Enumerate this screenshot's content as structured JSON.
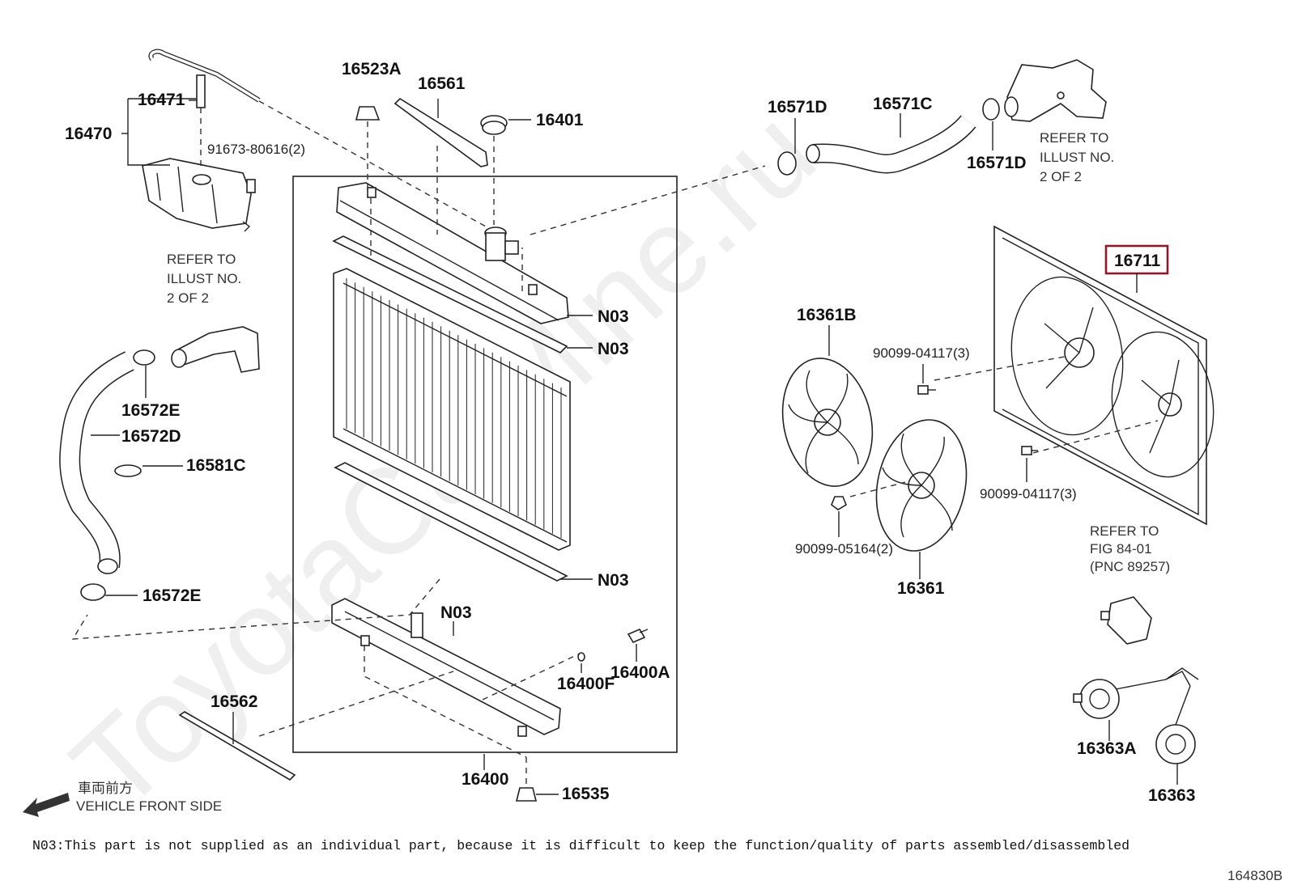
{
  "labels": {
    "p16471": "16471",
    "p16470": "16470",
    "p91673": "91673-80616(2)",
    "p16523A": "16523A",
    "p16561": "16561",
    "p16401": "16401",
    "p16571D_a": "16571D",
    "p16571C": "16571C",
    "p16571D_b": "16571D",
    "p16572E_a": "16572E",
    "p16572D": "16572D",
    "p16581C": "16581C",
    "p16572E_b": "16572E",
    "n03_a": "N03",
    "n03_b": "N03",
    "n03_c": "N03",
    "n03_d": "N03",
    "p16361B": "16361B",
    "p90099_04117_a": "90099-04117(3)",
    "p90099_04117_b": "90099-04117(3)",
    "p16711": "16711",
    "p90099_05164": "90099-05164(2)",
    "p16361": "16361",
    "p16400F": "16400F",
    "p16400A": "16400A",
    "p16562": "16562",
    "p16400": "16400",
    "p16535": "16535",
    "p16363A": "16363A",
    "p16363": "16363"
  },
  "refer_left": [
    "REFER TO",
    "ILLUST NO.",
    "2 OF 2"
  ],
  "refer_top_right": [
    "REFER TO",
    "ILLUST NO.",
    "2 OF 2"
  ],
  "refer_fig": [
    "REFER TO",
    "FIG 84-01",
    "(PNC 89257)"
  ],
  "direction": {
    "jp": "車両前方",
    "en": "VEHICLE FRONT SIDE"
  },
  "footnote": "N03:This part is not supplied as an individual part, because it is difficult to keep the function/quality of parts assembled/disassembled",
  "diagram_id": "164830B",
  "watermark": "ToyotaCarMine.ru",
  "highlight_color": "#8b1a2b"
}
